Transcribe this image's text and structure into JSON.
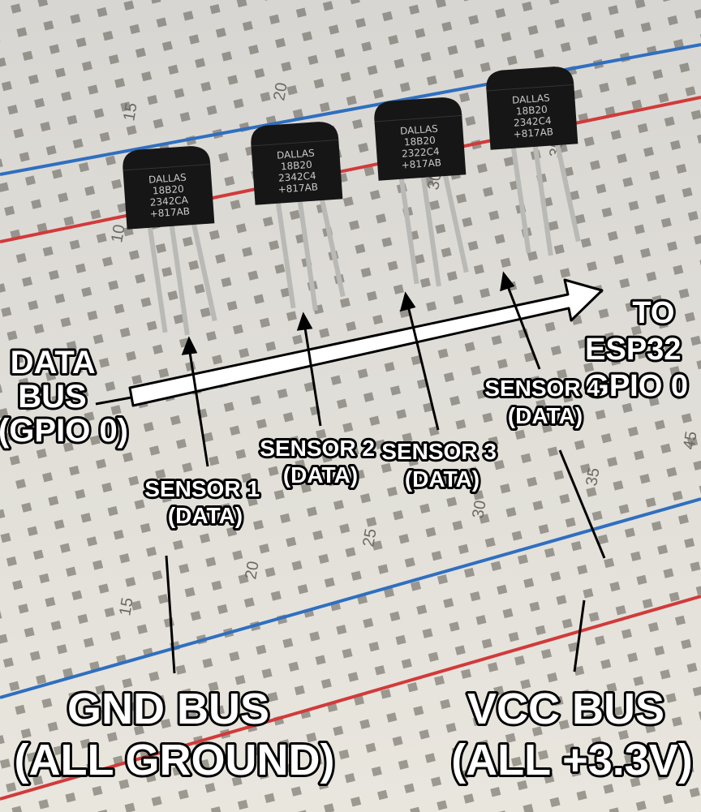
{
  "labels": {
    "data_bus": [
      "DATA",
      "BUS",
      "(GPIO 0)"
    ],
    "to_esp32": [
      "TO",
      "ESP32",
      "GPIO 0"
    ],
    "sensors": [
      {
        "name": "SENSOR 1",
        "pin": "(DATA)"
      },
      {
        "name": "SENSOR 2",
        "pin": "(DATA)"
      },
      {
        "name": "SENSOR 3",
        "pin": "(DATA)"
      },
      {
        "name": "SENSOR 4",
        "pin": "(DATA)"
      }
    ],
    "gnd_bus": [
      "GND BUS",
      "(ALL GROUND)"
    ],
    "vcc_bus": [
      "VCC BUS",
      "(ALL +3.3V)"
    ]
  },
  "chips": [
    [
      "DALLAS",
      "18B20",
      "2342CA",
      "+817AB"
    ],
    [
      "DALLAS",
      "18B20",
      "2342C4",
      "+817AB"
    ],
    [
      "DALLAS",
      "18B20",
      "2322C4",
      "+817AB"
    ],
    [
      "DALLAS",
      "18B20",
      "2342C4",
      "+817AB"
    ]
  ],
  "breadboard_numbers": [
    "10",
    "15",
    "20",
    "25",
    "30",
    "35",
    "45",
    "15",
    "20",
    "30",
    "35"
  ],
  "colors": {
    "board": "#e6e3dc",
    "blue_rail": "#2f6fc0",
    "red_rail": "#d23a3a",
    "chip": "#161616"
  }
}
